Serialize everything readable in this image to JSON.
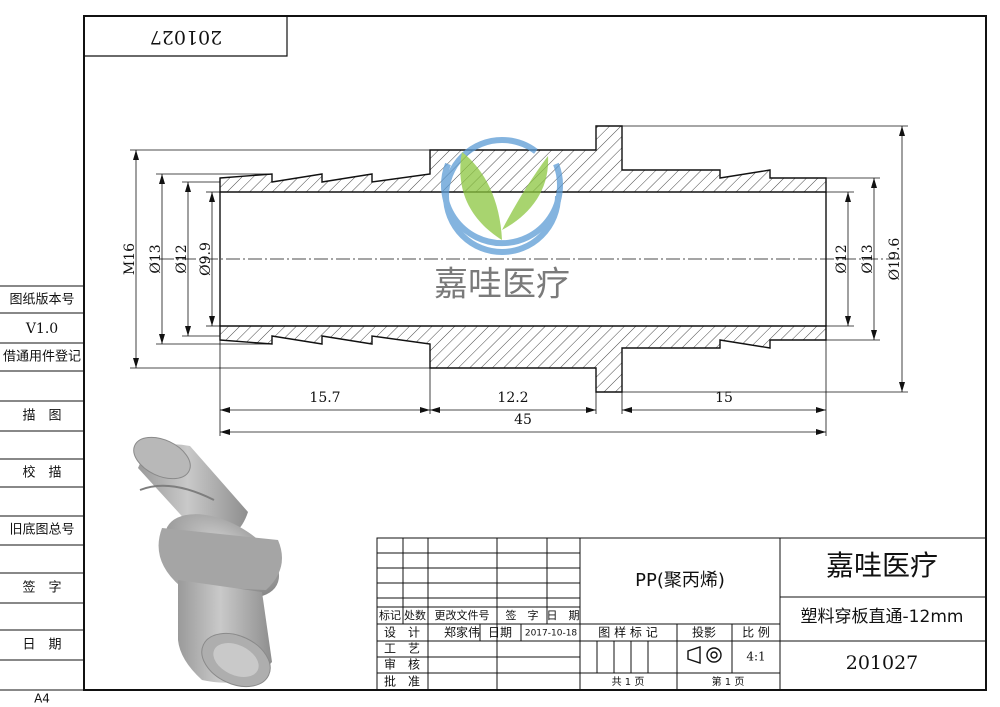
{
  "drawing_number_top": "201027",
  "watermark": "嘉哇医疗",
  "dimensions": {
    "m16": "M16",
    "d13_left": "Ø13",
    "d12_left": "Ø12",
    "d99": "Ø9.9",
    "d12_right": "Ø12",
    "d13_right": "Ø13",
    "d196": "Ø19.6",
    "len_left": "15.7",
    "len_mid": "12.2",
    "len_right": "15",
    "len_total": "45"
  },
  "left_panel": {
    "version_label": "图纸版本号",
    "version_value": "V1.0",
    "borrow_label": "借通用件登记",
    "draw_label": "描　图",
    "trace_label": "校　描",
    "old_label": "旧底图总号",
    "sign_label": "签　字",
    "date_label": "日　期"
  },
  "paper_size": "A4",
  "title_block": {
    "material": "PP(聚丙烯)",
    "company": "嘉哇医疗",
    "part_name": "塑料穿板直通-12mm",
    "drawing_no": "201027",
    "rev_headers": [
      "标记",
      "处数",
      "更改文件号",
      "签　字",
      "日　期"
    ],
    "rows": [
      {
        "label": "设　计",
        "name": "郑家伟",
        "date_label": "日期",
        "date": "2017-10-18"
      },
      {
        "label": "工　艺"
      },
      {
        "label": "审　核"
      },
      {
        "label": "批　准"
      }
    ],
    "pattern_label": "图 样 标 记",
    "projection_label": "投影",
    "scale_label": "比 例",
    "scale_value": "4:1",
    "total_pages": "共 1 页",
    "page_no": "第 1 页"
  },
  "colors": {
    "line": "#111111",
    "hatch": "#333333",
    "logo_blue": "#5b9bd5",
    "logo_green": "#8cc63f",
    "watermark_gray": "#7a7a7a"
  }
}
